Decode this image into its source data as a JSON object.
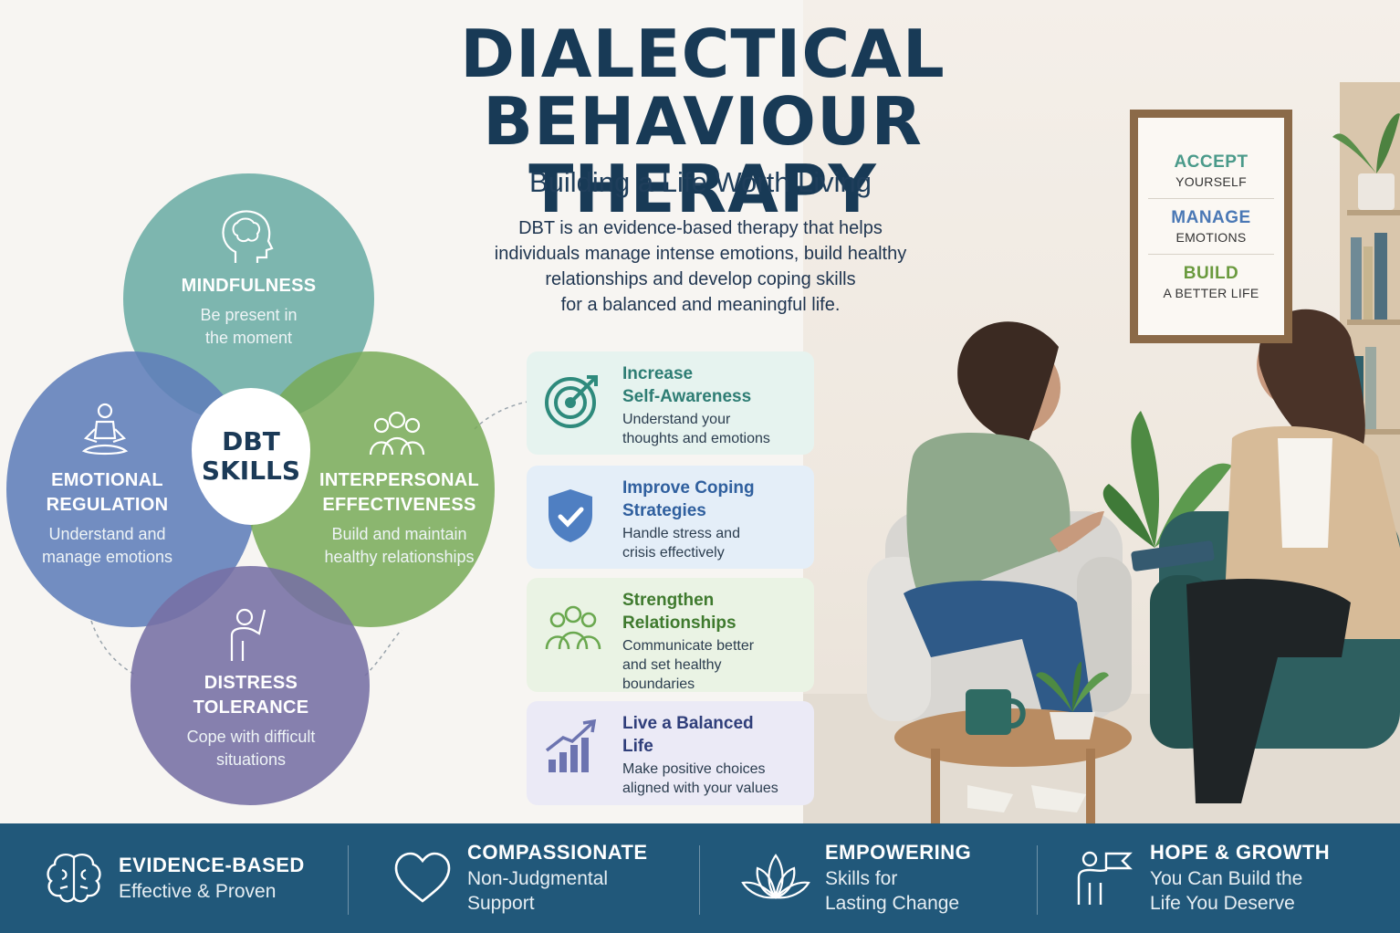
{
  "header": {
    "title_line1": "DIALECTICAL",
    "title_line2": "BEHAVIOUR THERAPY",
    "subtitle": "Building a Life Worth Living",
    "intro_line1": "DBT is an evidence-based therapy that helps",
    "intro_line2": "individuals manage intense emotions, build healthy",
    "intro_line3": "relationships and develop coping skills",
    "intro_line4": "for a balanced and meaningful life."
  },
  "skills": {
    "center_line1": "DBT",
    "center_line2": "SKILLS",
    "mindfulness": {
      "title": "MINDFULNESS",
      "desc1": "Be present in",
      "desc2": "the moment",
      "icon": "brain-head-icon"
    },
    "emotional": {
      "title1": "EMOTIONAL",
      "title2": "REGULATION",
      "desc1": "Understand and",
      "desc2": "manage emotions",
      "icon": "meditation-icon"
    },
    "interpersonal": {
      "title1": "INTERPERSONAL",
      "title2": "EFFECTIVENESS",
      "desc1": "Build and maintain",
      "desc2": "healthy relationships",
      "icon": "group-icon"
    },
    "distress": {
      "title1": "DISTRESS",
      "title2": "TOLERANCE",
      "desc1": "Cope with difficult",
      "desc2": "situations",
      "icon": "raised-hand-icon"
    }
  },
  "benefits": [
    {
      "title1": "Increase",
      "title2": "Self-Awareness",
      "desc1": "Understand your",
      "desc2": "thoughts and emotions",
      "desc3": "",
      "icon": "target-icon",
      "color": "#2e7d74",
      "bg": "#e6f3ef"
    },
    {
      "title1": "Improve Coping",
      "title2": "Strategies",
      "desc1": "Handle stress and",
      "desc2": "crisis effectively",
      "desc3": "",
      "icon": "shield-check-icon",
      "color": "#2f5f9e",
      "bg": "#e4eef8"
    },
    {
      "title1": "Strengthen",
      "title2": "Relationships",
      "desc1": "Communicate better",
      "desc2": "and set healthy",
      "desc3": "boundaries",
      "icon": "people-icon",
      "color": "#3f7a2e",
      "bg": "#eaf3e4"
    },
    {
      "title1": "Live a Balanced",
      "title2": "Life",
      "desc1": "Make positive choices",
      "desc2": "aligned with your values",
      "desc3": "",
      "icon": "growth-chart-icon",
      "color": "#2f3e7a",
      "bg": "#ebeaf6"
    }
  ],
  "poster": {
    "accept": "ACCEPT",
    "accept_sub": "YOURSELF",
    "manage": "MANAGE",
    "manage_sub": "EMOTIONS",
    "build": "BUILD",
    "build_sub": "A BETTER LIFE",
    "accept_color": "#4a9a8a",
    "manage_color": "#4a78b5",
    "build_color": "#6a9a3e"
  },
  "footer": [
    {
      "title": "EVIDENCE-BASED",
      "desc1": "Effective & Proven",
      "desc2": "",
      "icon": "brain-icon"
    },
    {
      "title": "COMPASSIONATE",
      "desc1": "Non-Judgmental",
      "desc2": "Support",
      "icon": "heart-icon"
    },
    {
      "title": "EMPOWERING",
      "desc1": "Skills for",
      "desc2": "Lasting Change",
      "icon": "lotus-icon"
    },
    {
      "title": "HOPE & GROWTH",
      "desc1": "You Can Build the",
      "desc2": "Life You Deserve",
      "icon": "person-flag-icon"
    }
  ]
}
